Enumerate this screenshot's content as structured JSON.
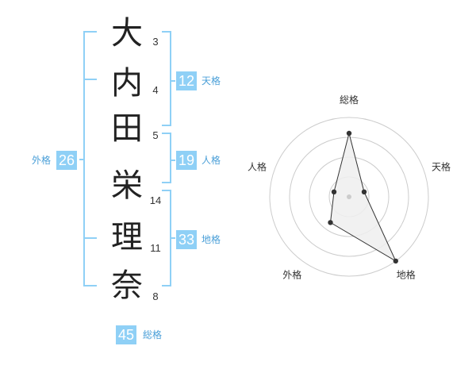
{
  "name": {
    "chars": [
      {
        "char": "大",
        "strokes": "3"
      },
      {
        "char": "内",
        "strokes": "4"
      },
      {
        "char": "田",
        "strokes": "5"
      },
      {
        "char": "栄",
        "strokes": "14"
      },
      {
        "char": "理",
        "strokes": "11"
      },
      {
        "char": "奈",
        "strokes": "8"
      }
    ]
  },
  "kakusu": {
    "tenkaku": {
      "value": "12",
      "label": "天格"
    },
    "jinkaku": {
      "value": "19",
      "label": "人格"
    },
    "chikaku": {
      "value": "33",
      "label": "地格"
    },
    "gaikaku": {
      "value": "26",
      "label": "外格"
    },
    "soukaku": {
      "value": "45",
      "label": "総格"
    }
  },
  "colors": {
    "badge": "#8fd0f6",
    "bracket": "#8fd0f6",
    "label": "#4a9fd8",
    "radar_fill": "#eeeeee",
    "radar_stroke": "#333333",
    "ring": "#cccccc"
  },
  "chart_data": {
    "type": "radar",
    "axes": [
      "総格",
      "天格",
      "地格",
      "外格",
      "人格"
    ],
    "values": [
      4.0,
      1.0,
      5.0,
      2.0,
      1.0
    ],
    "rlim": [
      0,
      5
    ],
    "rings": 4
  }
}
